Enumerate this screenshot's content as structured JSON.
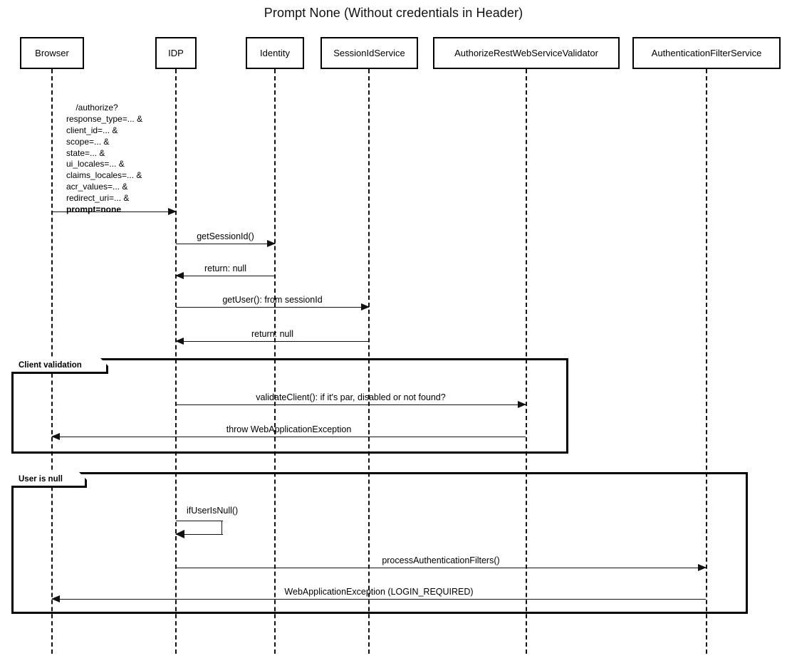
{
  "diagram": {
    "title": "Prompt None (Without credentials in Header)",
    "type": "uml-sequence-diagram",
    "colors": {
      "stroke": "#000000",
      "background": "#ffffff",
      "text": "#000000"
    }
  },
  "participants": [
    {
      "id": "browser",
      "label": "Browser"
    },
    {
      "id": "idp",
      "label": "IDP"
    },
    {
      "id": "identity",
      "label": "Identity"
    },
    {
      "id": "session",
      "label": "SessionIdService"
    },
    {
      "id": "validator",
      "label": "AuthorizeRestWebServiceValidator"
    },
    {
      "id": "authfilter",
      "label": "AuthenticationFilterService"
    }
  ],
  "messages": [
    {
      "id": "m1",
      "from": "browser",
      "to": "idp",
      "direction": "right",
      "style": "solid",
      "label_lines": [
        "/authorize?",
        "response_type=... &",
        "client_id=... &",
        "scope=... &",
        "state=... &",
        "ui_locales=... &",
        "claims_locales=... &",
        "acr_values=... &",
        "redirect_uri=... &"
      ],
      "label_bold_line": "prompt=none"
    },
    {
      "id": "m2",
      "from": "idp",
      "to": "identity",
      "direction": "right",
      "style": "solid",
      "label": "getSessionId()"
    },
    {
      "id": "m3",
      "from": "identity",
      "to": "idp",
      "direction": "left",
      "style": "solid",
      "label": "return: null"
    },
    {
      "id": "m4",
      "from": "idp",
      "to": "session",
      "direction": "right",
      "style": "solid",
      "label": "getUser(): from sessionId"
    },
    {
      "id": "m5",
      "from": "session",
      "to": "idp",
      "direction": "left",
      "style": "solid",
      "label": "return: null"
    }
  ],
  "fragments": [
    {
      "id": "client-validation",
      "label": "Client validation",
      "messages": [
        {
          "id": "m6",
          "from": "idp",
          "to": "validator",
          "direction": "right",
          "style": "solid",
          "label": "validateClient(): if it's par, disabled or not found?"
        },
        {
          "id": "m7",
          "from": "validator",
          "to": "browser",
          "direction": "left",
          "style": "solid",
          "label": "throw WebApplicationException"
        }
      ]
    },
    {
      "id": "user-is-null",
      "label": "User is null",
      "messages": [
        {
          "id": "m8",
          "from": "idp",
          "to": "idp",
          "direction": "self",
          "style": "solid",
          "label": "ifUserIsNull()"
        },
        {
          "id": "m9",
          "from": "idp",
          "to": "authfilter",
          "direction": "right",
          "style": "solid",
          "label": "processAuthenticationFilters()"
        },
        {
          "id": "m10",
          "from": "authfilter",
          "to": "browser",
          "direction": "left",
          "style": "solid",
          "label": "WebApplicationException (LOGIN_REQUIRED)"
        }
      ]
    }
  ]
}
